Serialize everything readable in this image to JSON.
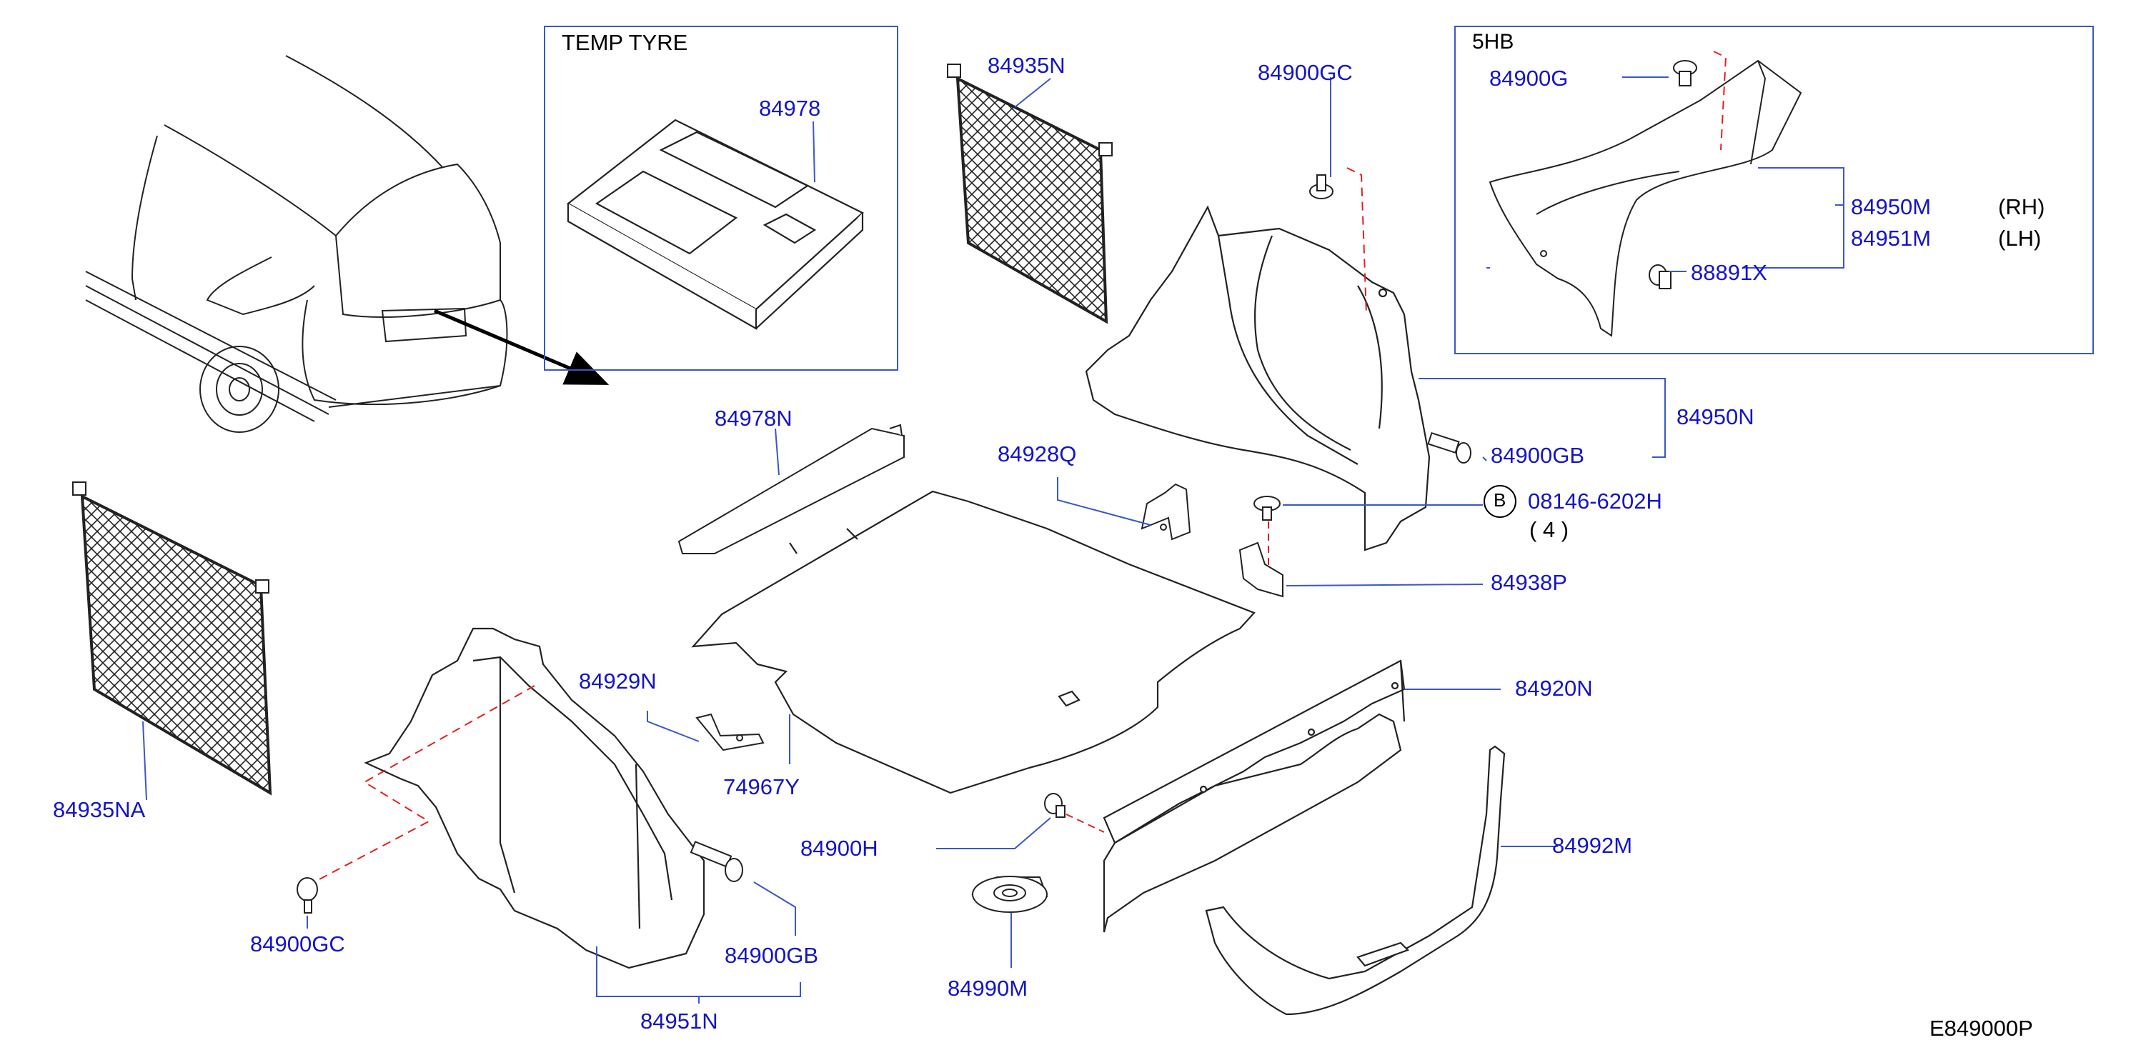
{
  "diagram_id": "E849000P",
  "colors": {
    "label": "#1414c8",
    "leader": "#3a57c8",
    "line": "#222222",
    "dash": "#e02020"
  },
  "boxes": {
    "temp_tyre": {
      "title": "TEMP   TYRE"
    },
    "hb5": {
      "title": "5HB"
    }
  },
  "labels": {
    "p84978": "84978",
    "p84935N": "84935N",
    "p84900GC_top": "84900GC",
    "p84900G": "84900G",
    "p84950M": "84950M",
    "rh": "(RH)",
    "p84951M": "84951M",
    "lh": "(LH)",
    "p88891X": "88891X",
    "p84978N": "84978N",
    "p84950N": "84950N",
    "p84928Q": "84928Q",
    "p84900GB_right": "84900GB",
    "bolt_code": "08146-6202H",
    "bolt_circle": "B",
    "bolt_qty": "(  4  )",
    "p84938P": "84938P",
    "p84920N": "84920N",
    "p84929N": "84929N",
    "p74967Y": "74967Y",
    "p84935NA": "84935NA",
    "p84900H": "84900H",
    "p84992M": "84992M",
    "p84900GC_left": "84900GC",
    "p84900GB_left": "84900GB",
    "p84990M": "84990M",
    "p84951N": "84951N"
  }
}
